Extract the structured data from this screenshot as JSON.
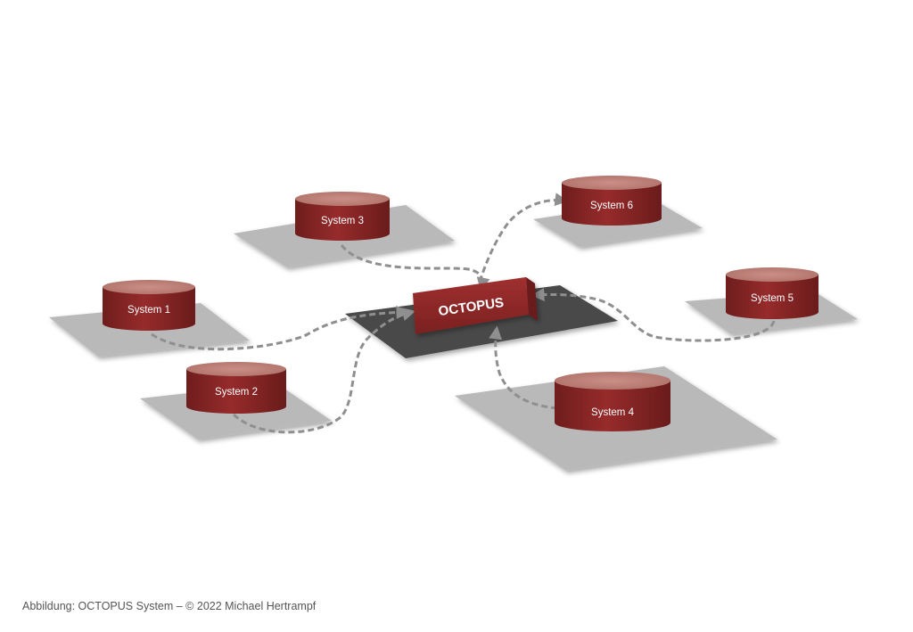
{
  "hub": {
    "label": "OCTOPUS"
  },
  "systems": [
    {
      "id": "system-1",
      "label": "System 1"
    },
    {
      "id": "system-2",
      "label": "System 2"
    },
    {
      "id": "system-3",
      "label": "System 3"
    },
    {
      "id": "system-4",
      "label": "System 4"
    },
    {
      "id": "system-5",
      "label": "System 5"
    },
    {
      "id": "system-6",
      "label": "System 6"
    }
  ],
  "caption": "Abbildung: OCTOPUS System –  © 2022 Michael Hertrampf",
  "colors": {
    "cylinder": "#8b2626",
    "cylinder_top": "#c0857c",
    "platform": "#b9b9b9",
    "hub_platform": "#4a4a4a",
    "connector": "#8f8f8f"
  }
}
